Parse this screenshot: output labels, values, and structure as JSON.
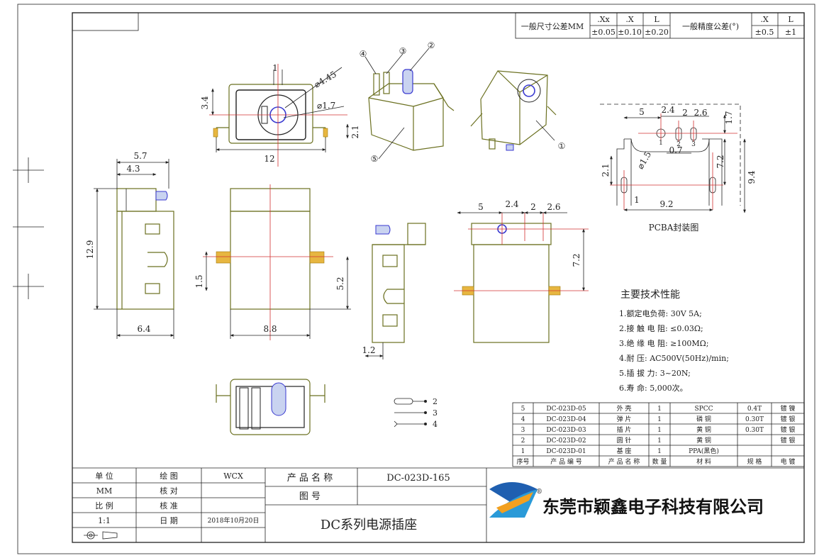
{
  "tolerance": {
    "dim_label": "一般尺寸公差MM",
    "dim_cols": [
      ".Xx",
      ".X",
      "L"
    ],
    "dim_vals": [
      "±0.05",
      "±0.10",
      "±0.20"
    ],
    "ang_label": "一般精度公差(°)",
    "ang_cols": [
      ".X",
      "L"
    ],
    "ang_vals": [
      "±0.5",
      "±1"
    ]
  },
  "front_view": {
    "d1": "1",
    "d2": "⌀4.45",
    "d3": "⌀1.7",
    "d4": "3.4",
    "d5": "2.1",
    "d6": "12"
  },
  "callouts": [
    "①",
    "②",
    "③",
    "④",
    "⑤"
  ],
  "side_view": {
    "d1": "5.7",
    "d2": "4.3",
    "d3": "12.9",
    "d4": "6.4"
  },
  "center_view": {
    "d1": "1.5",
    "d2": "5.2",
    "d3": "8.8"
  },
  "pin_view": {
    "d1": "1.2"
  },
  "top_view": {
    "d1": "5",
    "d2": "2.4",
    "d3": "2",
    "d4": "2.6",
    "d5": "7.2"
  },
  "pcb": {
    "caption": "PCBA封装图",
    "d1": "5",
    "d2": "2.4",
    "d3": "2",
    "d4": "2.6",
    "d5": "1.7",
    "d6": "⌀1.5",
    "d7": "0.7",
    "d8": "7.2",
    "d9": "2.1",
    "d10": "1",
    "d11": "9.2",
    "d12": "9.4",
    "p1": "1",
    "p2": "2",
    "p3": "3"
  },
  "schematic": {
    "pins": [
      "2",
      "3",
      "4"
    ]
  },
  "specs": {
    "title": "主要技术性能",
    "items": [
      "1.额定电负荷:  30V 5A;",
      "2.接 触 电 阻:  ≤0.03Ω;",
      "3.绝 缘 电 阻:  ≥100MΩ;",
      "4.耐        压: AC500V(50Hz)/min;",
      "5.插  拔   力: 3~20N;",
      "6.寿       命: 5,000次。"
    ]
  },
  "bom": {
    "rows": [
      [
        "5",
        "DC-023D-05",
        "外 壳",
        "1",
        "SPCC",
        "0.4T",
        "镀 镍"
      ],
      [
        "4",
        "DC-023D-04",
        "弹 片",
        "1",
        "磷 铜",
        "0.30T",
        "镀 银"
      ],
      [
        "3",
        "DC-023D-03",
        "插 片",
        "1",
        "黄 铜",
        "0.30T",
        "镀 银"
      ],
      [
        "2",
        "DC-023D-02",
        "圆 针",
        "1",
        "黄 铜",
        "",
        "镀 银"
      ],
      [
        "1",
        "DC-023D-01",
        "基 座",
        "1",
        "PPA(黑色)",
        "",
        ""
      ]
    ],
    "header": [
      "序号",
      "产 品 编 号",
      "产 品 名 称",
      "数 量",
      "材   料",
      "规 格",
      "电 镀"
    ]
  },
  "title_block": {
    "unit_label": "单      位",
    "unit_value": "MM",
    "scale_label": "比      例",
    "scale_value": "1:1",
    "draw_label": "绘      图",
    "draw_value": "WCX",
    "check_label": "核      对",
    "approve_label": "核      准",
    "date_label": "日      期",
    "date_value": "2018年10月20日",
    "product_name_label": "产 品 名 称",
    "product_name_value": "DC-023D-165",
    "drawing_no_label": "图        号",
    "series_title": "DC系列电源插座",
    "company": "东莞市颖鑫电子科技有限公司",
    "reg_mark": "®"
  }
}
